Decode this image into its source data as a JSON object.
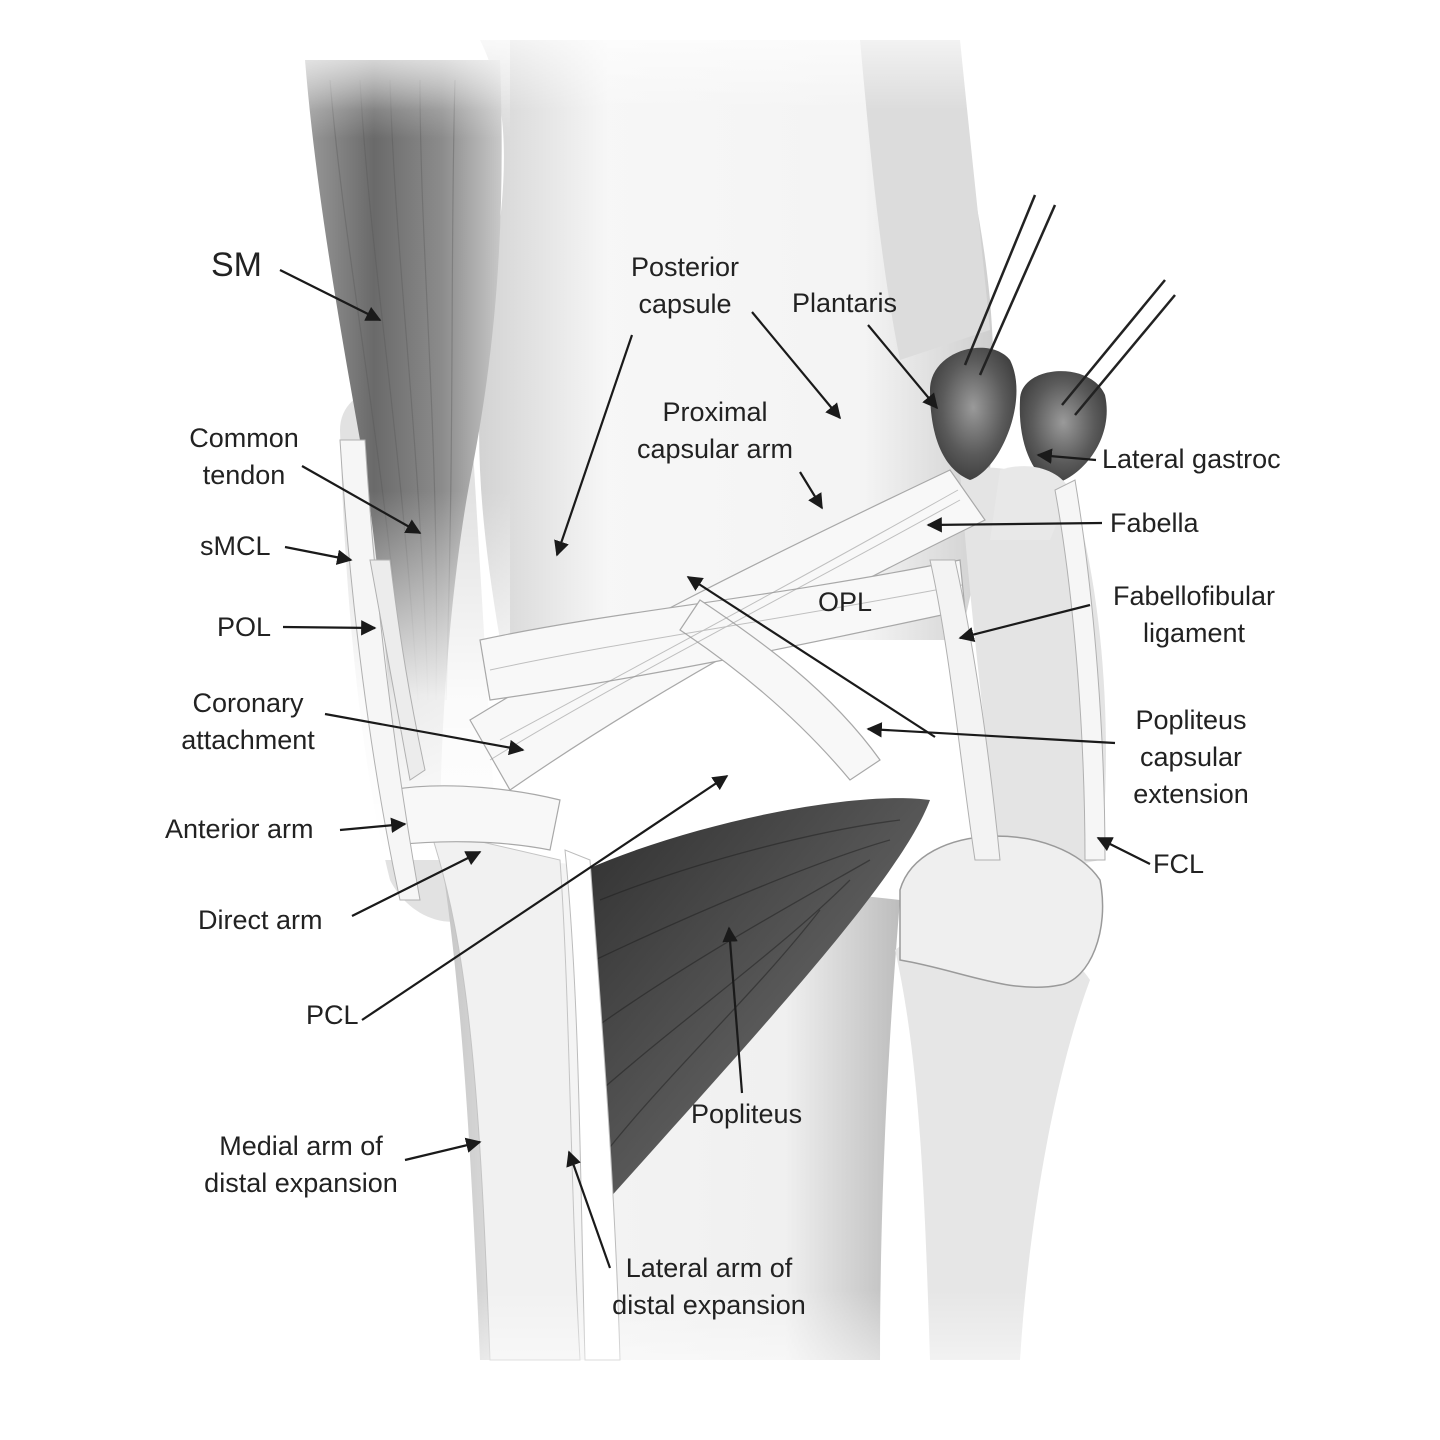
{
  "labels": {
    "sm": "SM",
    "posterior_capsule": [
      "Posterior",
      "capsule"
    ],
    "plantaris": "Plantaris",
    "proximal_capsular_arm": [
      "Proximal",
      "capsular arm"
    ],
    "common_tendon": [
      "Common",
      "tendon"
    ],
    "lateral_gastroc": "Lateral gastroc",
    "fabella": "Fabella",
    "smcl": "sMCL",
    "opl": "OPL",
    "fabellofibular_ligament": [
      "Fabellofibular",
      "ligament"
    ],
    "pol": "POL",
    "coronary_attachment": [
      "Coronary",
      "attachment"
    ],
    "popliteus_capsular_extension": [
      "Popliteus",
      "capsular",
      "extension"
    ],
    "anterior_arm": "Anterior arm",
    "fcl": "FCL",
    "direct_arm": "Direct arm",
    "pcl": "PCL",
    "popliteus": "Popliteus",
    "medial_arm_distal_expansion": [
      "Medial arm of",
      "distal expansion"
    ],
    "lateral_arm_distal_expansion": [
      "Lateral arm of",
      "distal expansion"
    ]
  },
  "colors": {
    "text": "#222222",
    "arrow": "#1a1a1a",
    "tendon_light": "#f2f2f2",
    "tendon_shadow": "#b5b5b5",
    "muscle_dark": "#3c3c3c"
  }
}
